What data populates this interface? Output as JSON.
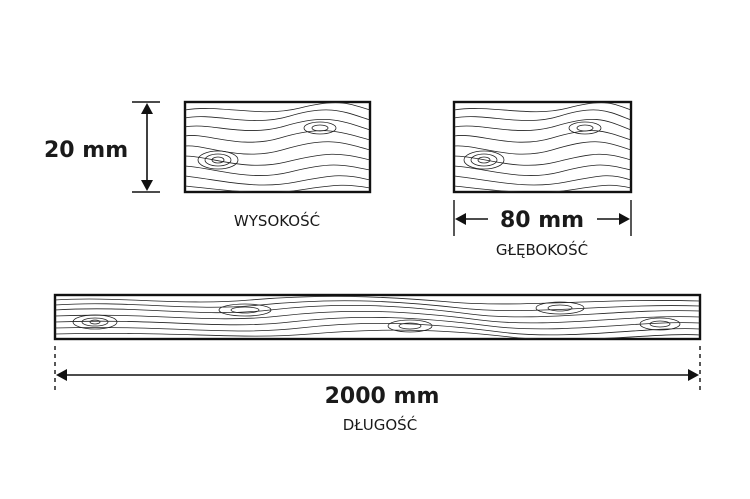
{
  "height_dimension": {
    "value": "20 mm",
    "caption": "WYSOKOŚĆ"
  },
  "depth_dimension": {
    "value": "80 mm",
    "caption": "GŁĘBOKOŚĆ"
  },
  "length_dimension": {
    "value": "2000 mm",
    "caption": "DŁUGOŚĆ"
  },
  "colors": {
    "line": "#111111",
    "background": "#ffffff"
  }
}
